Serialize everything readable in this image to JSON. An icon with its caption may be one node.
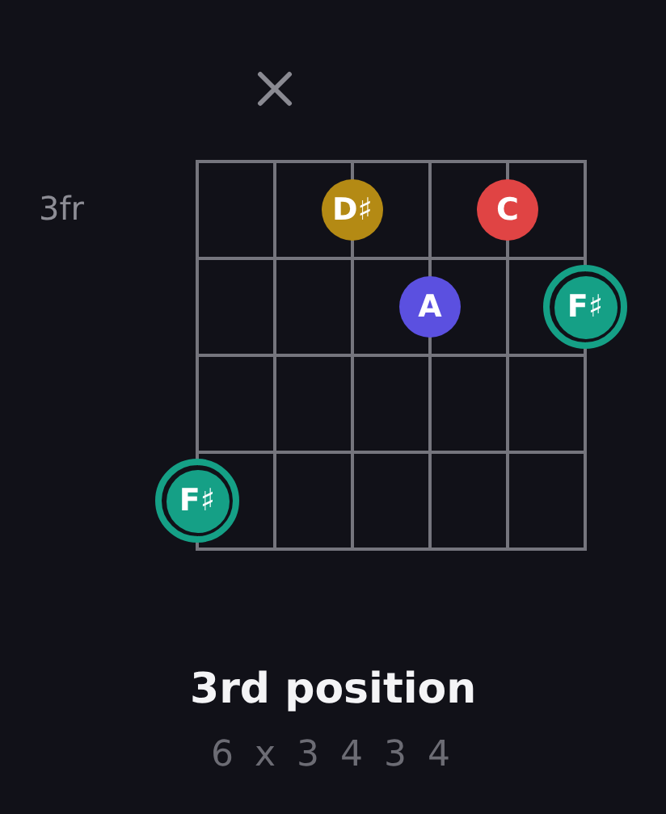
{
  "diagram": {
    "title": "3rd position",
    "nodes": [
      {
        "text": [
          "D♯"
        ]
      },
      {
        "text": [
          "C"
        ]
      },
      {
        "text": [
          "A"
        ]
      },
      {
        "text": [
          "F♯"
        ]
      },
      {
        "text": [
          "F♯"
        ]
      }
    ],
    "labels": [
      "3fr",
      "6 x 3 4 3 4"
    ]
  }
}
